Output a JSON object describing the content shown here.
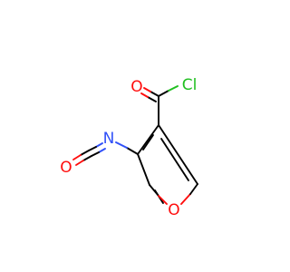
{
  "molecule": {
    "atoms": {
      "carbonyl_oxygen": {
        "symbol": "O",
        "color": "#ff0d0d"
      },
      "chlorine": {
        "symbol": "Cl",
        "color": "#1fbf1f"
      },
      "nitrogen": {
        "symbol": "N",
        "color": "#3050f8"
      },
      "isocyanate_oxygen": {
        "symbol": "O",
        "color": "#ff0d0d"
      },
      "ring_oxygen": {
        "symbol": "O",
        "color": "#ff0d0d"
      }
    },
    "bond_color": "#000000"
  }
}
